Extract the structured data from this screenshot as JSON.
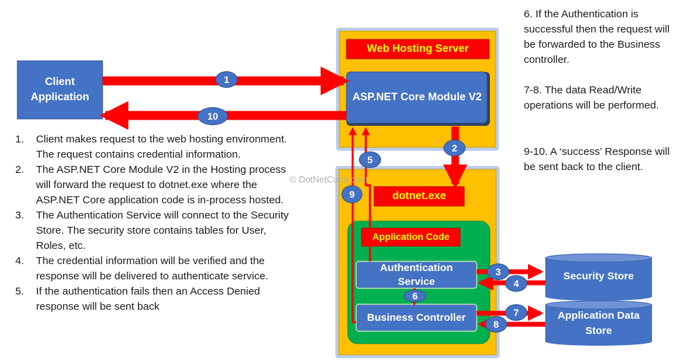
{
  "title_banner": "Web Hosting Server",
  "nodes": {
    "client": "Client Application",
    "core_module": "ASP.NET Core Module V2",
    "dotnet": "dotnet.exe",
    "app_code": "Application Code",
    "auth_service": "Authentication Service",
    "business_controller": "Business Controller",
    "security_store": "Security Store",
    "app_data_store": "Application Data Store"
  },
  "badges": [
    "1",
    "2",
    "3",
    "4",
    "5",
    "6",
    "7",
    "8",
    "9",
    "10"
  ],
  "steps": [
    {
      "num": "1.",
      "text": "Client makes request to the web hosting environment. The request contains credential information."
    },
    {
      "num": "2.",
      "text": "The ASP.NET Core Module V2 in the Hosting process will forward the request to dotnet.exe where the ASP.NET Core application code is in-process hosted."
    },
    {
      "num": "3.",
      "text": "The Authentication Service will connect to the Security Store. The security store contains tables for User, Roles, etc."
    },
    {
      "num": "4.",
      "text": "The credential information will be verified and the response will be delivered to authenticate service."
    },
    {
      "num": "5.",
      "text": "If the authentication fails then an Access Denied response will be sent back"
    }
  ],
  "notes": [
    "6. If the Authentication is successful then the request will be forwarded to the  Business controller.",
    "7-8. The data Read/Write operations will be performed.",
    "9-10. A ‘success’ Response will be sent back to the client."
  ],
  "watermark": "© DotNetCurry.com",
  "colors": {
    "blue": "#4472c4",
    "gold": "#ffc000",
    "red": "#ff0000",
    "green": "#00b050",
    "glow": "#8faadc"
  }
}
